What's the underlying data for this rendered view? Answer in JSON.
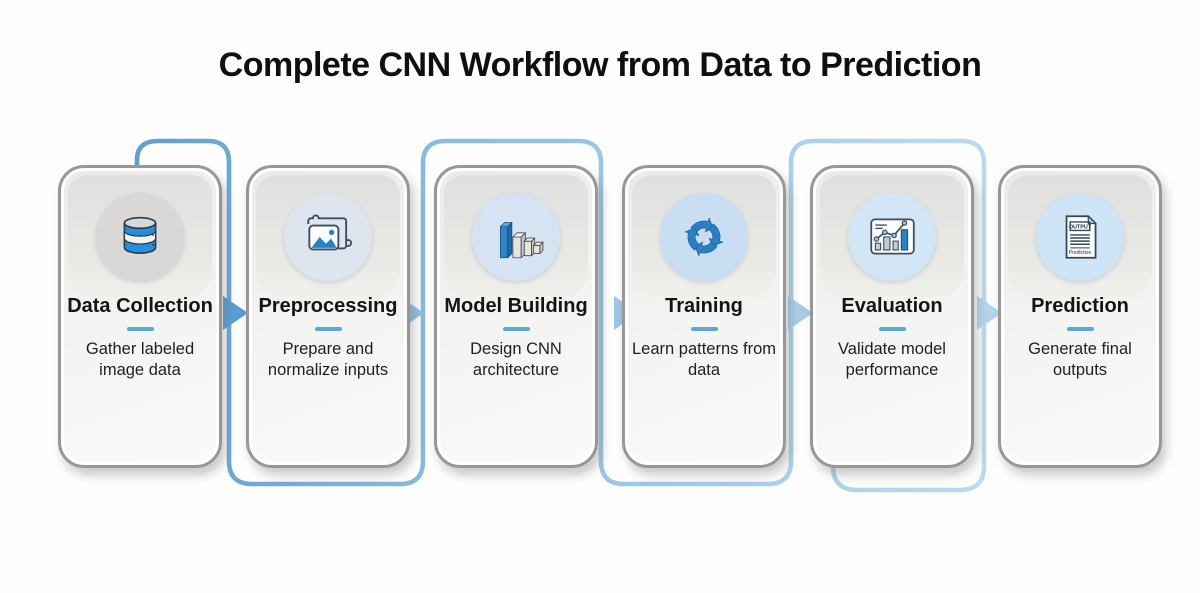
{
  "header": {
    "title": "Complete CNN Workflow from Data to Prediction"
  },
  "steps": [
    {
      "title": "Data Collection",
      "description": "Gather labeled image data",
      "icon": "database-icon"
    },
    {
      "title": "Preprocessing",
      "description": "Prepare and normalize inputs",
      "icon": "image-puzzle-icon"
    },
    {
      "title": "Model Building",
      "description": "Design CNN architecture",
      "icon": "cnn-layers-icon"
    },
    {
      "title": "Training",
      "description": "Learn patterns from data",
      "icon": "cycle-arrows-icon"
    },
    {
      "title": "Evaluation",
      "description": "Validate model performance",
      "icon": "bar-line-chart-icon"
    },
    {
      "title": "Prediction",
      "description": "Generate final outputs",
      "icon": "output-document-icon"
    }
  ],
  "prediction_document": {
    "header": "OUTPUT",
    "label": "Prediction"
  },
  "colors": {
    "accent_blue": "#2583c6",
    "connector_start": "#5f9fce",
    "connector_end": "#bcdaee",
    "arrow_first": "#5b9dd1",
    "arrow_last": "#b3d5ec",
    "card_border": "#979797",
    "title_underline": "#5aa9d6"
  }
}
